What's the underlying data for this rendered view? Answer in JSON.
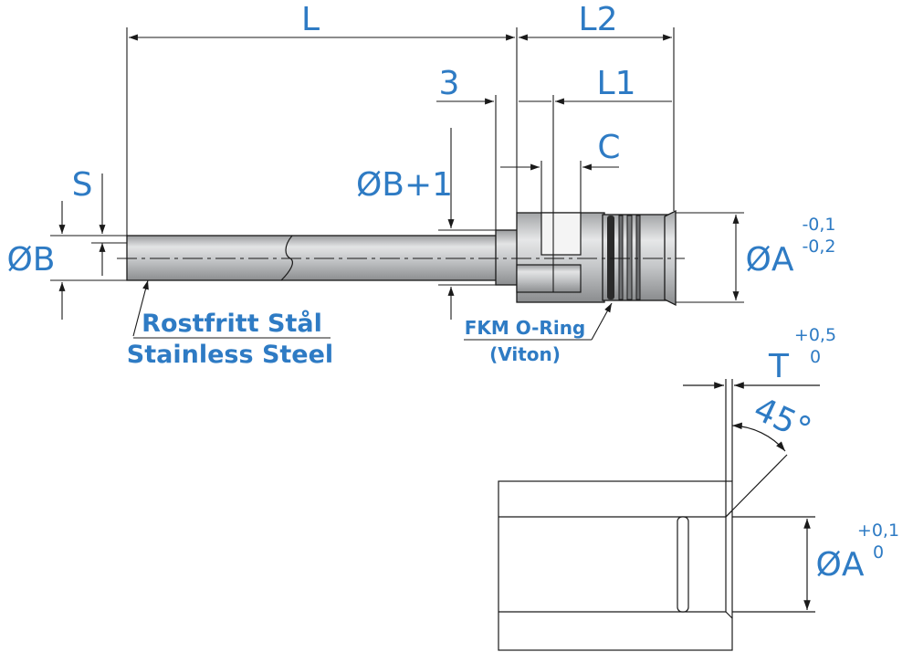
{
  "labels": {
    "L": "L",
    "L2": "L2",
    "L1": "L1",
    "three": "3",
    "C": "C",
    "S": "S",
    "OB": "ØB",
    "OB1": "ØB+1",
    "OA": "ØA",
    "OA_tol_upper": "-0,1",
    "OA_tol_lower": "-0,2",
    "material_no": "Rostfritt Stål",
    "material_en": "Stainless Steel",
    "oring": "FKM O-Ring",
    "oring_sub": "(Viton)",
    "T": "T",
    "T_tol_upper": "+0,5",
    "T_tol_lower": "0",
    "angle": "45°",
    "OA2": "ØA",
    "OA2_tol_upper": "+0,1",
    "OA2_tol_lower": "0"
  },
  "colors": {
    "label": "#2e7bc4",
    "line": "#1a1a1a",
    "steel_light": "#d9dadb",
    "steel_mid": "#b4b6b8",
    "steel_dark": "#8e9092"
  }
}
